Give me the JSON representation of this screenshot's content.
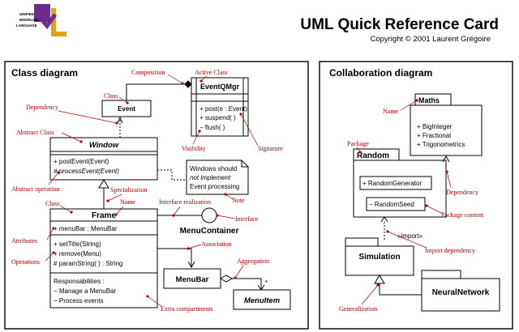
{
  "header": {
    "logo_words": [
      "UNIFIED",
      "MODELING",
      "LANGUAGE"
    ],
    "logo_mark": "UML",
    "title": "UML Quick Reference Card",
    "copyright": "Copyright © 2001 Laurent Grégoire"
  },
  "class_diagram": {
    "title": "Class diagram",
    "event": "Event",
    "eventqmgr": {
      "name": "EventQMgr",
      "ops": [
        "+ post(e : Event)",
        "+ suspend( )",
        "− flush( )"
      ]
    },
    "window": {
      "name": "Window",
      "ops": [
        "+ postEvent(Event)",
        "# processEvent(Event)"
      ]
    },
    "note": [
      "Windows should",
      "not implement",
      "Event processing"
    ],
    "frame": {
      "name": "Frame",
      "attrs": [
        "+ menuBar : MenuBar"
      ],
      "ops": [
        "+ setTitle(String)",
        "+ remove(Menu)",
        "# paramString( ) : String"
      ],
      "extra": [
        "Responsabilities :",
        "− Manage a MenuBar",
        "− Process events"
      ]
    },
    "menucontainer": "MenuContainer",
    "menubar": "MenuBar",
    "menuitem": "MenuItem",
    "multiplicity": "*",
    "annotations": {
      "composition": "Composition",
      "active_class": "Active Class",
      "class_top": "Class",
      "dependency": "Dependency",
      "abstract_class": "Abstract Class",
      "visibility": "Visibility",
      "signature": "Signature",
      "abstract_operation": "Abstract operation",
      "class_frame": "Class",
      "specialization": "Specialization",
      "name": "Name",
      "interface_realization": "Interface realization",
      "note": "Note",
      "interface": "Interface",
      "attributes": "Attributes",
      "association": "Association",
      "operations": "Operations",
      "aggregation": "Aggregation",
      "extra_compartments": "Extra compartments"
    }
  },
  "collab_diagram": {
    "title": "Collaboration diagram",
    "maths": {
      "name": "Maths",
      "items": [
        "+ BigInteger",
        "+ Fractional",
        "+ Trigonometrics"
      ]
    },
    "random": {
      "name": "Random",
      "items": [
        "+ RandomGenerator",
        "− RandomSeed"
      ]
    },
    "simulation": "Simulation",
    "neuralnetwork": "NeuralNetwork",
    "import": "«import»",
    "annotations": {
      "name": "Name",
      "package": "Package",
      "dependency": "Dependency",
      "package_content": "Package content",
      "import_dependency": "Import dependency",
      "generalization": "Generalization"
    }
  },
  "colors": {
    "annotation": "#b00000",
    "logo_purple": "#6a2b8a",
    "logo_gold": "#e0a21a"
  }
}
